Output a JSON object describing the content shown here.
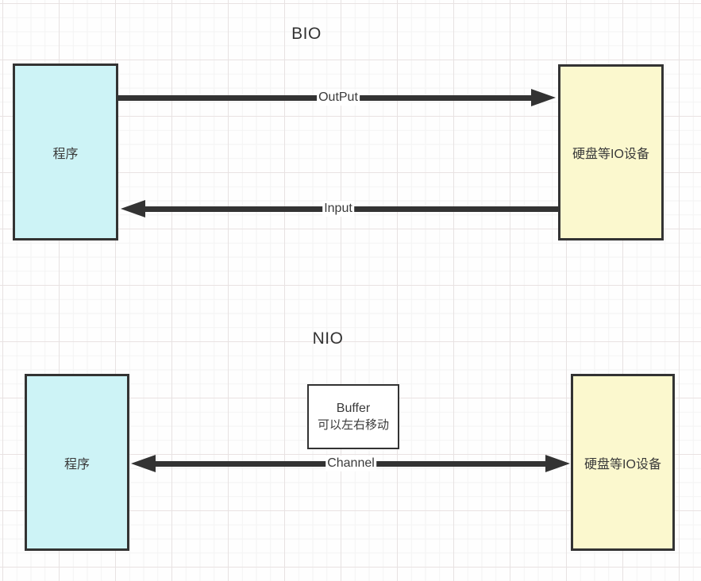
{
  "bio": {
    "title": "BIO",
    "program_label": "程序",
    "device_label": "硬盘等IO设备",
    "output_label": "OutPut",
    "input_label": "Input"
  },
  "nio": {
    "title": "NIO",
    "program_label": "程序",
    "device_label": "硬盘等IO设备",
    "channel_label": "Channel",
    "buffer": {
      "line1": "Buffer",
      "line2": "可以左右移动"
    }
  },
  "colors": {
    "program_box_fill": "#cdf3f6",
    "device_box_fill": "#fbf8ce",
    "buffer_box_fill": "#ffffff",
    "shape_border": "#333333",
    "arrow": "#333333",
    "text": "#3a3a3a",
    "grid_minor": "#f3f3f3",
    "grid_major": "#e7e2e2",
    "background": "#fefefe"
  }
}
